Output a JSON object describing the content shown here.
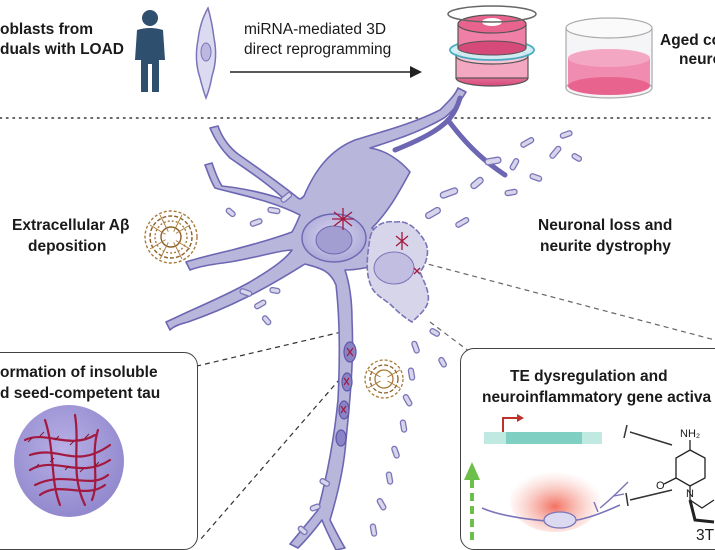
{
  "top": {
    "source_line1": "oblasts from",
    "source_line2": "duals with LOAD",
    "method_line1": "miRNA-mediated 3D",
    "method_line2": "direct reprogramming",
    "target_line1": "Aged co",
    "target_line2": "neuro"
  },
  "labels": {
    "abeta_line1": "Extracellular Aβ",
    "abeta_line2": "deposition",
    "loss_line1": "Neuronal loss and",
    "loss_line2": "neurite dystrophy"
  },
  "left_box": {
    "line1": "ormation of insoluble",
    "line2": "d seed-competent tau"
  },
  "right_box": {
    "line1": "TE dysregulation and",
    "line2": "neuroinflammatory gene activa",
    "molecule_nh2": "NH₂",
    "molecule_o": "O",
    "molecule_n": "N",
    "drug_label": "3T"
  },
  "colors": {
    "neuron_fill": "#b9b6dc",
    "neuron_stroke": "#6d67b3",
    "petri_pink": "#e8648e",
    "teal_bar": "#7fd0c3",
    "green_arrow": "#6cc04a",
    "tau_red": "#a3193f",
    "plaque_brown": "#a87a3a"
  }
}
